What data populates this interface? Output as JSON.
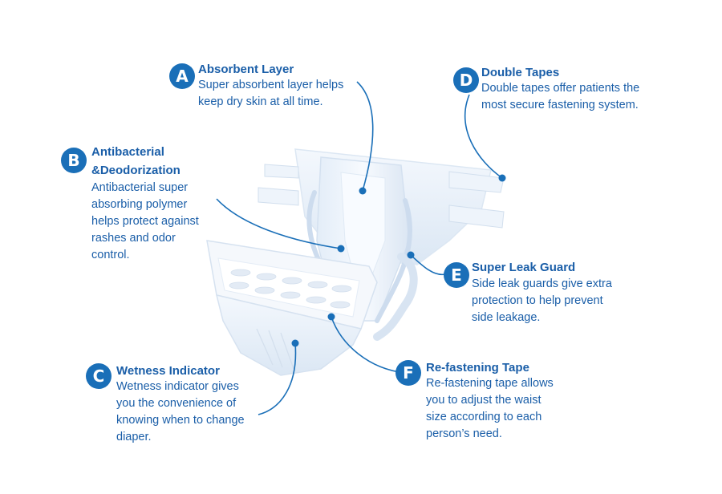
{
  "colors": {
    "accent": "#1a6fb8",
    "text": "#1a5ea8",
    "diaper_light": "#eef4fb",
    "diaper_mid": "#d6e4f3"
  },
  "callouts": {
    "a": {
      "badge": "A",
      "title": "Absorbent Layer",
      "desc": "Super absorbent layer helps\nkeep dry skin at all time."
    },
    "b": {
      "badge": "B",
      "title_line1": "Antibacterial",
      "title_line2": "&Deodorization",
      "desc": "Antibacterial super\nabsorbing polymer\nhelps protect against\nrashes and odor\ncontrol."
    },
    "c": {
      "badge": "C",
      "title": "Wetness Indicator",
      "desc": "Wetness indicator gives\nyou the convenience of\nknowing when to change\ndiaper."
    },
    "d": {
      "badge": "D",
      "title": "Double Tapes",
      "desc": "Double tapes offer patients the\nmost secure fastening system."
    },
    "e": {
      "badge": "E",
      "title": "Super Leak Guard",
      "desc": "Side leak guards give extra\nprotection to help prevent\nside leakage."
    },
    "f": {
      "badge": "F",
      "title": "Re-fastening Tape",
      "desc": "Re-fastening tape allows\nyou to adjust the waist\nsize according to each\nperson’s need."
    }
  }
}
